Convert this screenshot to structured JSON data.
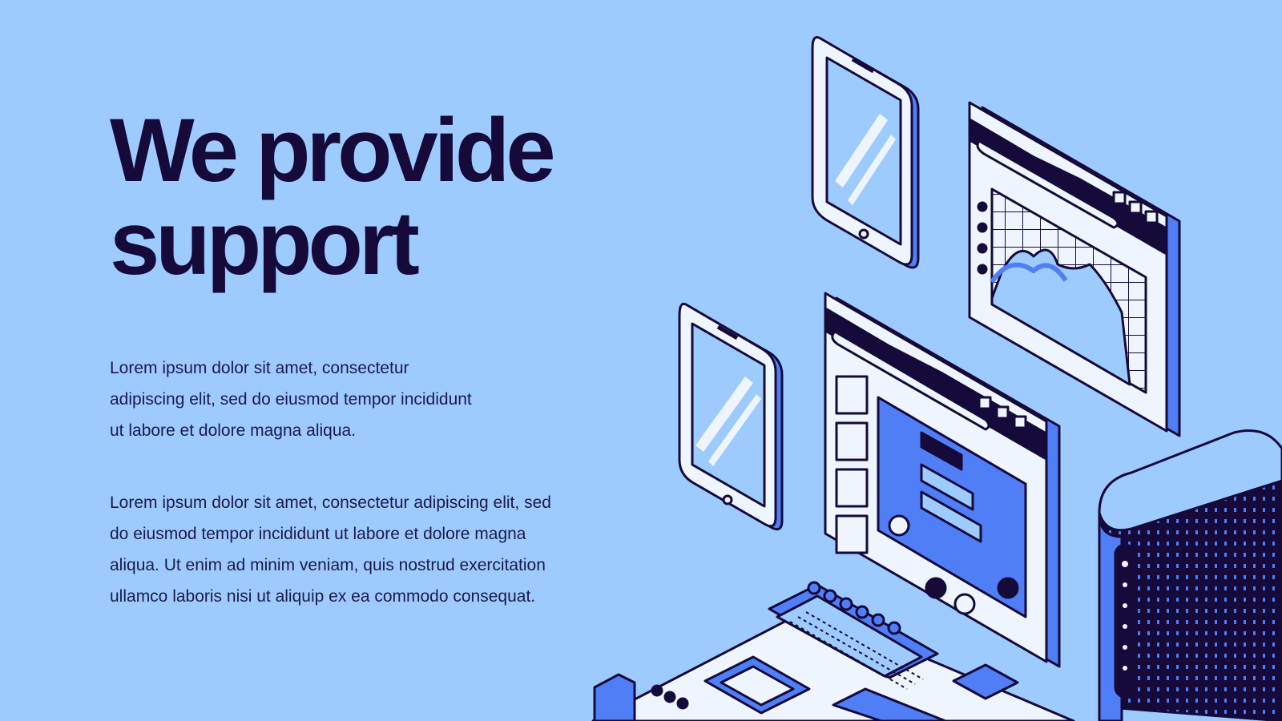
{
  "hero": {
    "title_line1": "We provide",
    "title_line2": "support",
    "paragraph1": "Lorem ipsum dolor sit amet, consectetur adipiscing elit, sed do eiusmod tempor incididunt ut labore et dolore magna aliqua.",
    "paragraph2": "Lorem ipsum dolor sit amet, consectetur adipiscing elit, sed do eiusmod tempor incididunt ut labore et dolore magna aliqua. Ut enim ad minim veniam, quis nostrud exercitation ullamco laboris nisi ut aliquip ex ea commodo consequat."
  },
  "colors": {
    "background": "#9ecbff",
    "ink": "#150a3a",
    "accent": "#4f7ef7",
    "panel": "#eef5ff"
  },
  "illustration": {
    "icons": [
      "smartphone-icon",
      "tablet-icon",
      "browser-chart-window-icon",
      "browser-video-call-window-icon",
      "motherboard-icon",
      "router-icon"
    ]
  }
}
